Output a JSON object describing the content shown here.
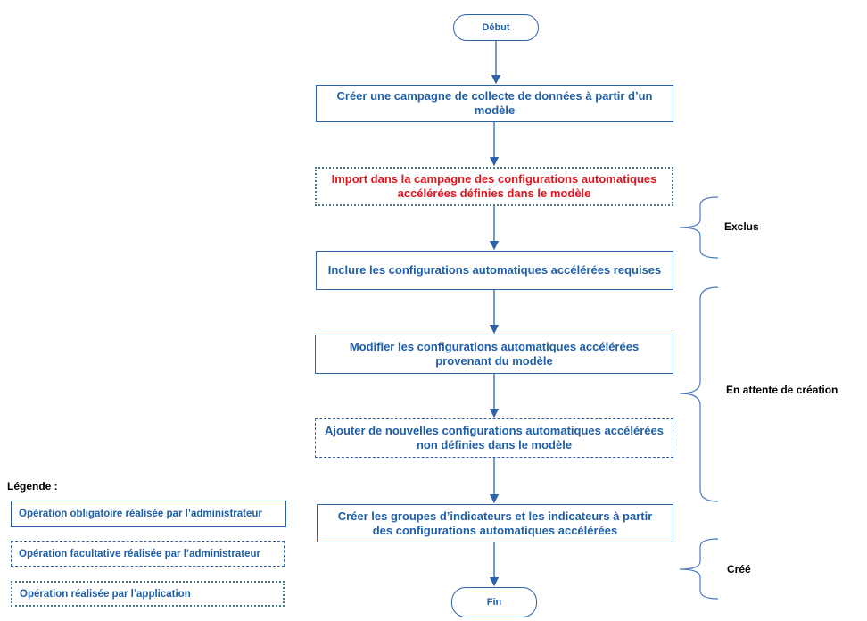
{
  "nodes": {
    "start": "Début",
    "step1": "Créer une campagne de collecte de données à partir d’un modèle",
    "step2": "Import dans la campagne des configurations automatiques accélérées définies dans le modèle",
    "step3": "Inclure les configurations automatiques accélérées requises",
    "step4": "Modifier les configurations automatiques accélérées provenant du modèle",
    "step5": "Ajouter de nouvelles configurations automatiques accélérées non définies dans le modèle",
    "step6": "Créer les groupes d’indicateurs et les indicateurs à partir des configurations automatiques accélérées",
    "end": "Fin"
  },
  "groups": {
    "excluded": "Exclus",
    "pending": "En attente de création",
    "created": "Créé"
  },
  "legend": {
    "title": "Légende :",
    "mandatory": "Opération obligatoire réalisée par l’administrateur",
    "optional": "Opération facultative réalisée par l’administrateur",
    "application": "Opération réalisée par l’application"
  },
  "colors": {
    "box_border": "#2d62a8",
    "text_blue": "#1f5fa8",
    "text_red": "#e0141e",
    "dotted_border": "#4a7a8c",
    "arrow": "#2d62a8",
    "brace": "#4a78c0"
  }
}
